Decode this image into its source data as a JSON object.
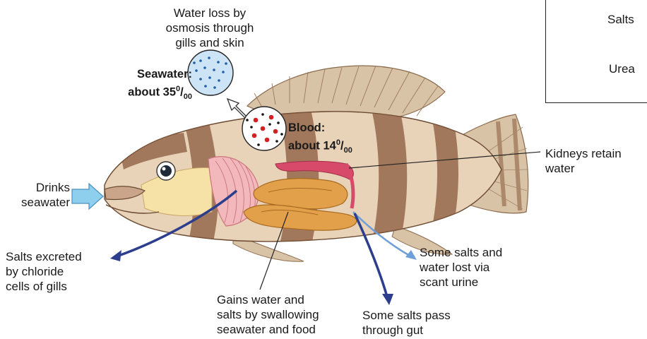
{
  "legend": {
    "salts_label": "Salts",
    "urea_label": "Urea"
  },
  "labels": {
    "water_loss": [
      "Water loss by",
      "osmosis through",
      "gills and skin"
    ],
    "seawater": {
      "line1": "Seawater:",
      "line2_prefix": "about 35",
      "sup": "0",
      "slash": "/",
      "sub": "00"
    },
    "blood": {
      "line1": "Blood:",
      "line2_prefix": "about 14",
      "sup": "0",
      "slash": "/",
      "sub": "00"
    },
    "kidneys": [
      "Kidneys retain",
      "water"
    ],
    "drinks": [
      "Drinks",
      "seawater"
    ],
    "salts_excreted": [
      "Salts excreted",
      "by chloride",
      "cells of gills"
    ],
    "gains_water": [
      "Gains water and",
      "salts by swallowing",
      "seawater and food"
    ],
    "some_salts_water": [
      "Some salts and",
      "water lost via",
      "scant urine"
    ],
    "salts_gut": [
      "Some salts pass",
      "through gut"
    ]
  },
  "colors": {
    "salts_dot": "#111111",
    "urea_dot": "#22aa66",
    "seawater_fill": "#cde3f6",
    "seawater_dot": "#1f5fa8",
    "blood_dot_red": "#d42020",
    "arrow_dark": "#2c3e8c",
    "arrow_light": "#6f9fd8",
    "drink_arrow": "#8fcfee",
    "fish_body": "#e8d2b8",
    "fish_stripe": "#8a5a3c",
    "gill": "#f2b8bc",
    "gut": "#e2a04a",
    "kidney": "#d84a6a",
    "mouth_area": "#f6e2a6"
  }
}
